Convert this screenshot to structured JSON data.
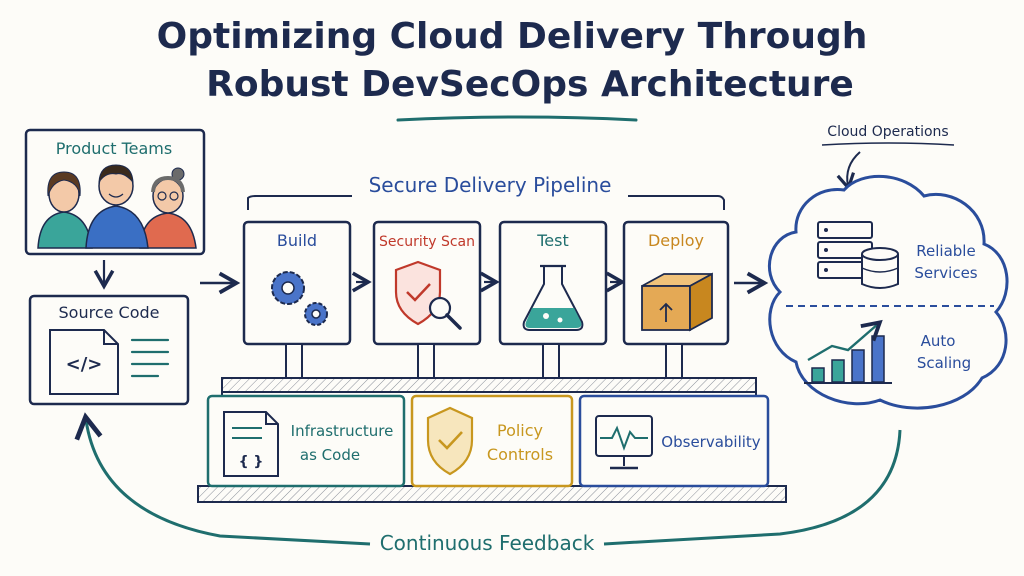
{
  "title": {
    "line1": "Optimizing Cloud Delivery Through",
    "line2": "Robust DevSecOps Architecture"
  },
  "product_teams": {
    "label": "Product Teams"
  },
  "source_code": {
    "label": "Source Code",
    "icon": "code-file-icon"
  },
  "pipeline": {
    "label": "Secure Delivery Pipeline",
    "stages": [
      {
        "label": "Build",
        "icon": "gears-icon",
        "color": "#2a4d9c"
      },
      {
        "label": "Security Scan",
        "icon": "shield-search-icon",
        "color": "#c0392b"
      },
      {
        "label": "Test",
        "icon": "flask-icon",
        "color": "#1f6e6e"
      },
      {
        "label": "Deploy",
        "icon": "box-icon",
        "color": "#c8871f"
      }
    ]
  },
  "foundation": [
    {
      "line1": "Infrastructure",
      "line2": "as Code",
      "icon": "config-file-icon",
      "color": "#1f6e6e"
    },
    {
      "line1": "Policy",
      "line2": "Controls",
      "icon": "shield-check-icon",
      "color": "#c8971f"
    },
    {
      "line1": "Observability",
      "line2": "",
      "icon": "monitor-pulse-icon",
      "color": "#2a4d9c"
    }
  ],
  "cloud": {
    "label": "Cloud Operations",
    "reliable": {
      "line1": "Reliable",
      "line2": "Services",
      "icon": "server-database-icon"
    },
    "scaling": {
      "line1": "Auto",
      "line2": "Scaling",
      "icon": "growth-chart-icon"
    }
  },
  "feedback": {
    "label": "Continuous Feedback"
  },
  "colors": {
    "navy": "#1d2a4e",
    "teal": "#1f6e6e",
    "blue": "#2a4d9c",
    "red": "#c0392b",
    "gold": "#c8971f"
  }
}
